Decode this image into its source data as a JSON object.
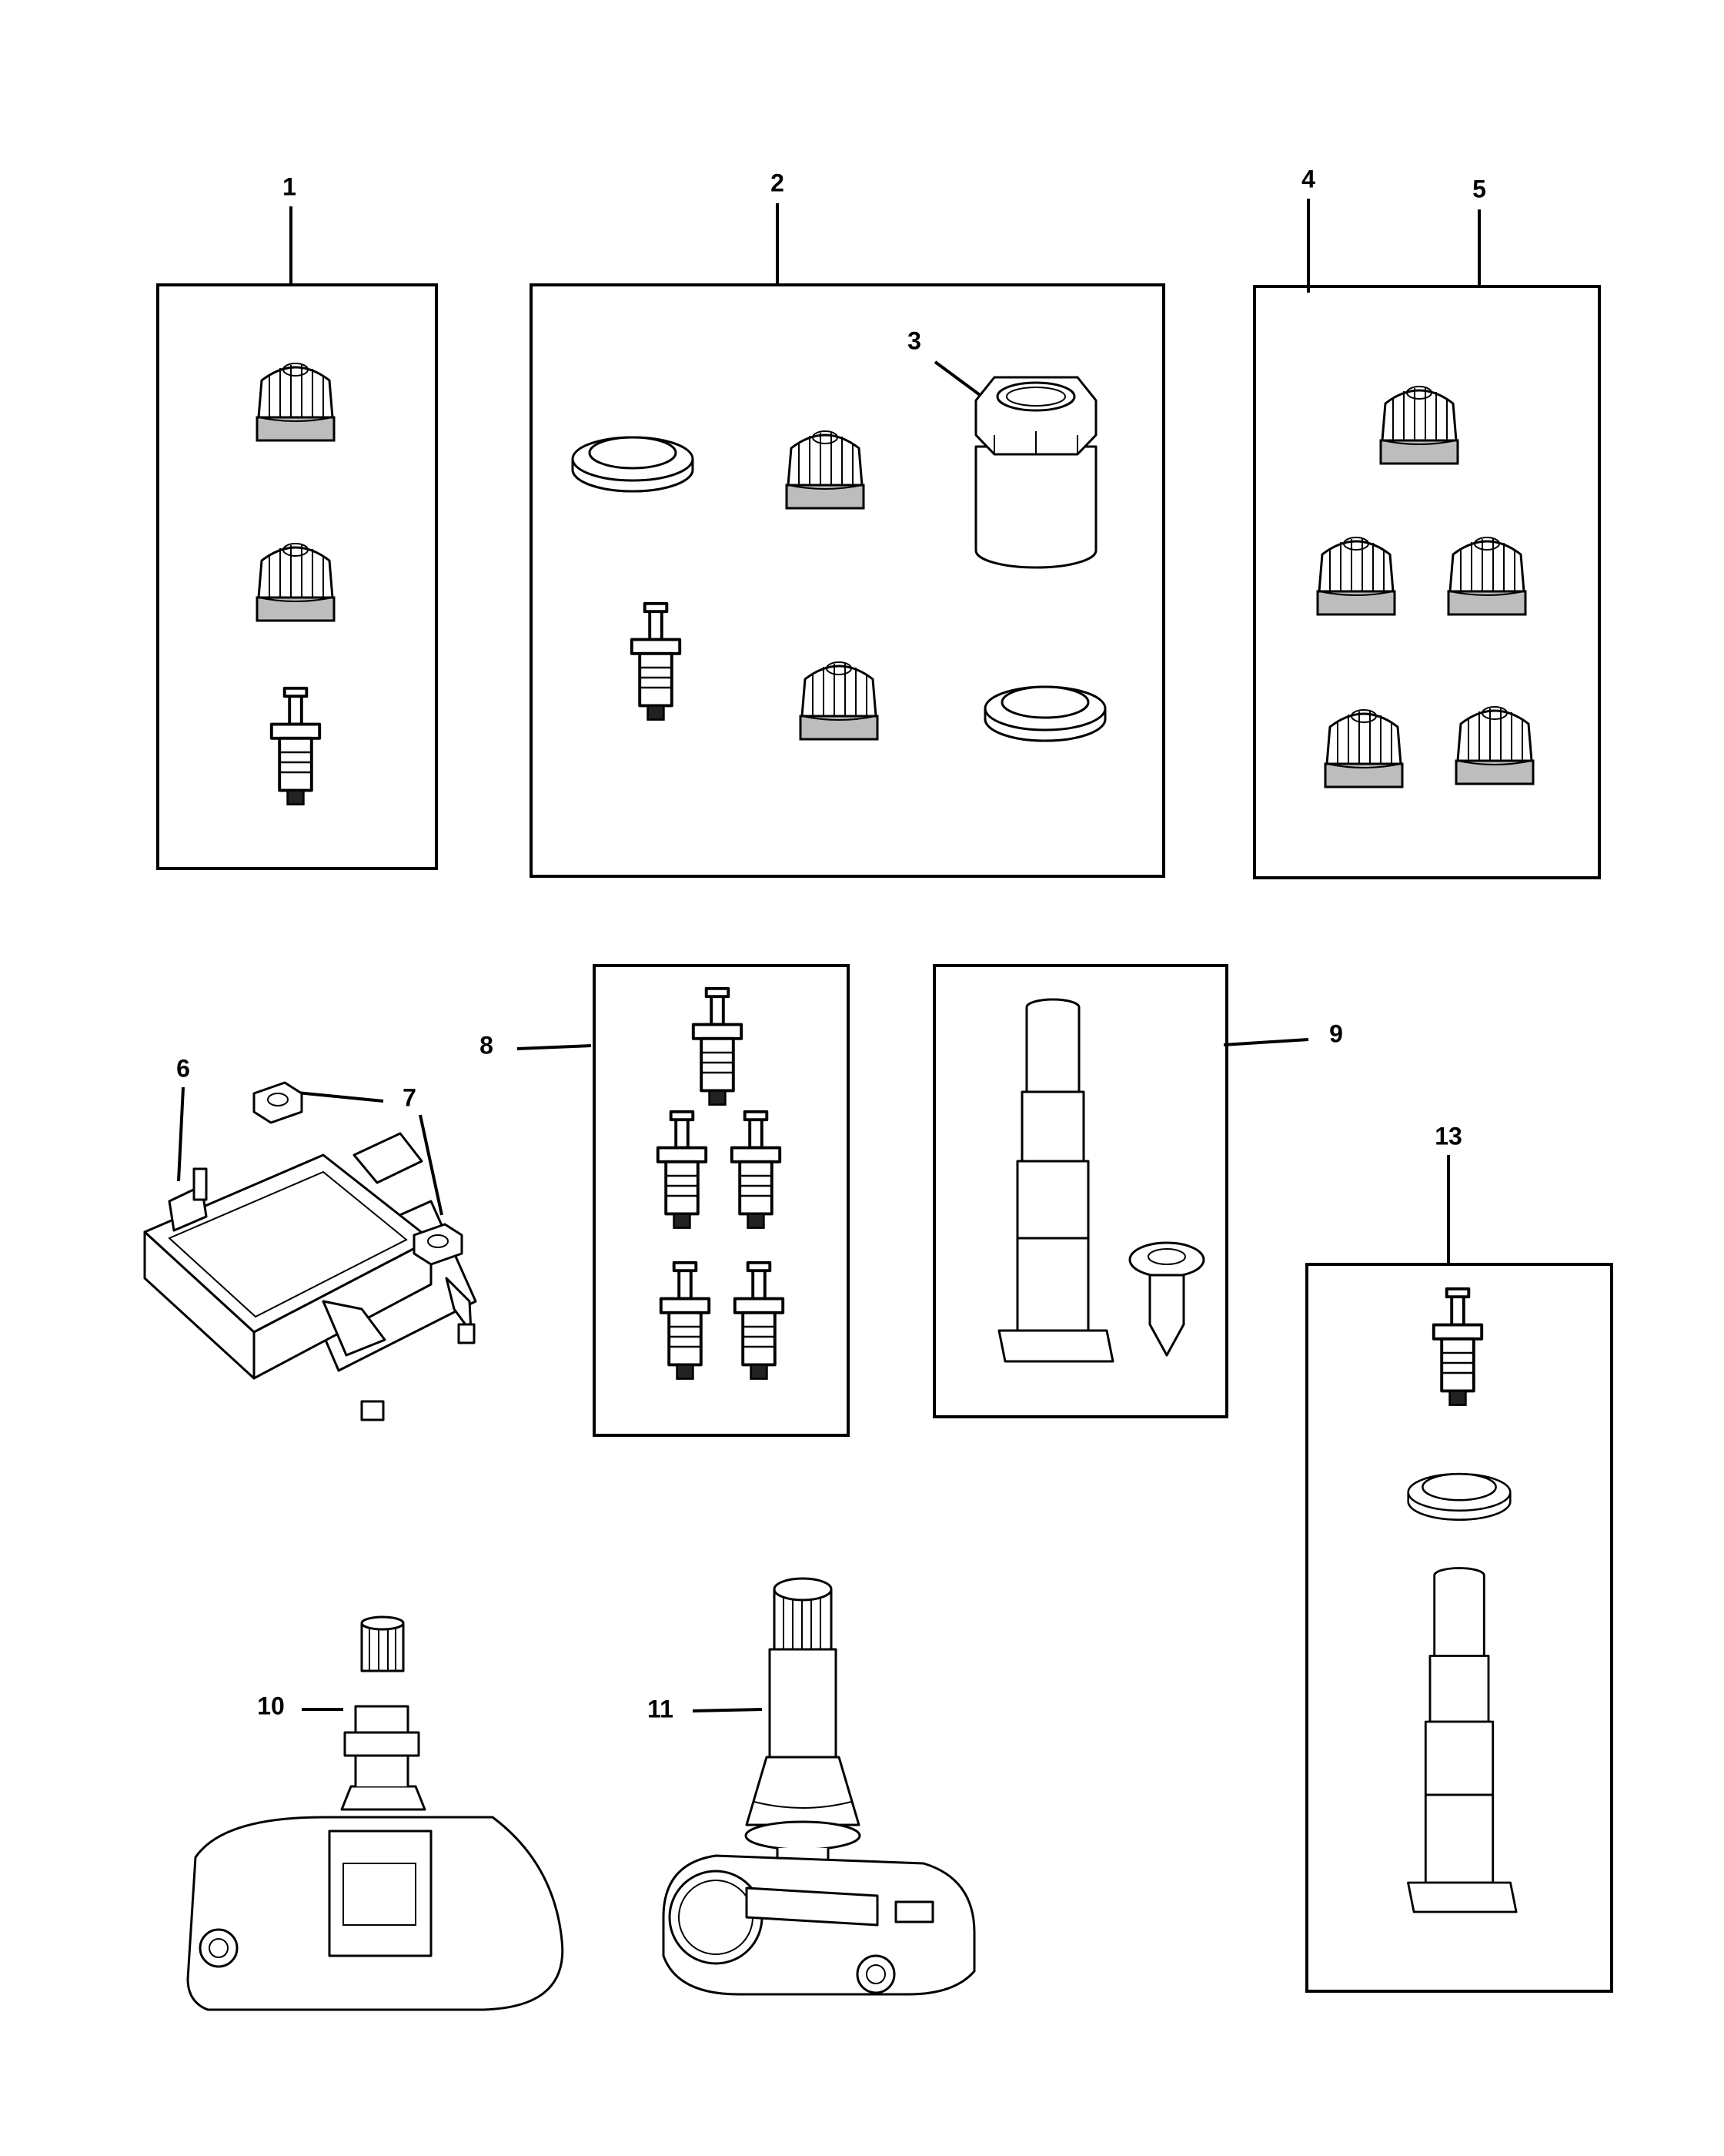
{
  "callouts": {
    "c1": "1",
    "c2": "2",
    "c3": "3",
    "c4": "4",
    "c5": "5",
    "c6": "6",
    "c7": "7",
    "c8": "8",
    "c9": "9",
    "c10": "10",
    "c11": "11",
    "c13": "13"
  },
  "colors": {
    "line": "#000000",
    "background": "#ffffff"
  }
}
